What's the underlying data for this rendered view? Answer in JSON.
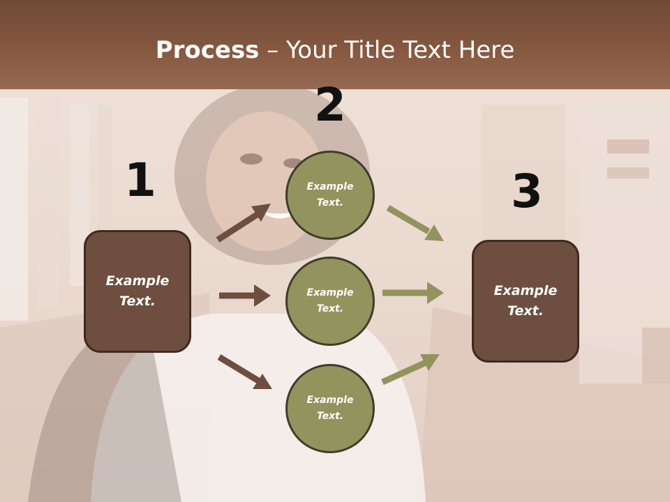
{
  "title": {
    "bold": "Process",
    "rest": " – Your Title Text Here"
  },
  "steps": [
    {
      "number": "1",
      "label": "Example\nText."
    },
    {
      "number": "2",
      "circles": [
        {
          "label": "Example\nText."
        },
        {
          "label": "Example\nText."
        },
        {
          "label": "Example\nText."
        }
      ]
    },
    {
      "number": "3",
      "label": "Example\nText."
    }
  ],
  "colors": {
    "title_bar": "#85583f",
    "box_fill": "#6e4e3e",
    "circle_fill": "#93935e",
    "arrow_brown": "#6e4e3e",
    "arrow_olive": "#93935e"
  }
}
